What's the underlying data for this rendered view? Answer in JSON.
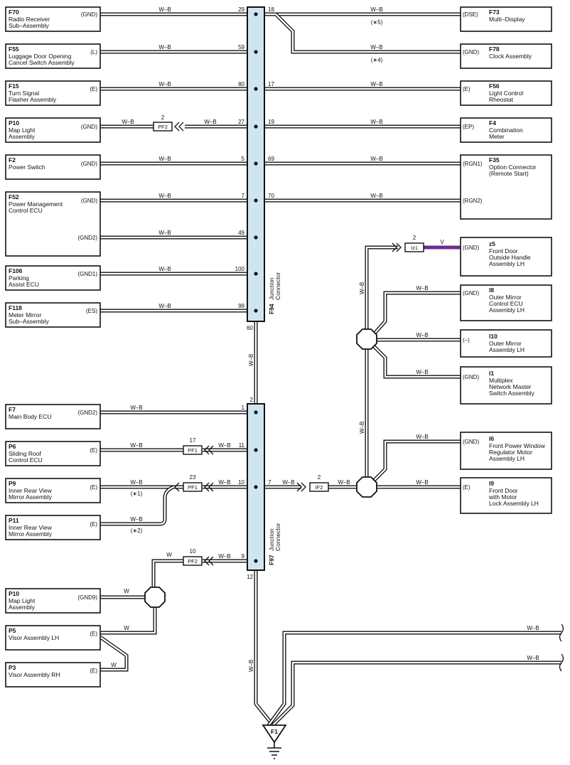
{
  "components": {
    "F70": {
      "code": "F70",
      "name": [
        "Radio Receiver",
        "Sub–Assembly"
      ],
      "pin": "(GND)"
    },
    "F55": {
      "code": "F55",
      "name": [
        "Luggage Door Opening",
        "Cancel Switch Assembly"
      ],
      "pin": "(L)"
    },
    "F15": {
      "code": "F15",
      "name": [
        "Turn Signal",
        "Flasher Assembly"
      ],
      "pin": "(E)"
    },
    "P10a": {
      "code": "P10",
      "name": [
        "Map Light",
        "Assembly"
      ],
      "pin": "(GND)"
    },
    "F2": {
      "code": "F2",
      "name": [
        "Power Switch"
      ],
      "pin": "(GND)"
    },
    "F52": {
      "code": "F52",
      "name": [
        "Power Management",
        "Control ECU"
      ],
      "pin": "(GND)",
      "pin2": "(GND2)"
    },
    "F106": {
      "code": "F106",
      "name": [
        "Parking",
        "Assist ECU"
      ],
      "pin": "(GND1)"
    },
    "F118": {
      "code": "F118",
      "name": [
        "Meter Mirror",
        "Sub–Assembly"
      ],
      "pin": "(ES)"
    },
    "F7": {
      "code": "F7",
      "name": [
        "Main Body ECU"
      ],
      "pin": "(GND2)"
    },
    "P6": {
      "code": "P6",
      "name": [
        "Sliding Roof",
        "Control ECU"
      ],
      "pin": "(E)"
    },
    "P9": {
      "code": "P9",
      "name": [
        "Inner Rear View",
        "Mirror Assembly"
      ],
      "pin": "(E)"
    },
    "P11": {
      "code": "P11",
      "name": [
        "Inner Rear View",
        "Mirror Assembly"
      ],
      "pin": "(E)"
    },
    "P10b": {
      "code": "P10",
      "name": [
        "Map Light",
        "Assembly"
      ],
      "pin": "(GND9)"
    },
    "P5": {
      "code": "P5",
      "name": [
        "Visor Assembly LH"
      ],
      "pin": "(E)"
    },
    "P3": {
      "code": "P3",
      "name": [
        "Visor Assembly RH"
      ],
      "pin": "(E)"
    },
    "F73": {
      "code": "F73",
      "name": [
        "Multi–Display"
      ],
      "pin": "(DSE)"
    },
    "F78": {
      "code": "F78",
      "name": [
        "Clock Assembly"
      ],
      "pin": "(GND)"
    },
    "F56": {
      "code": "F56",
      "name": [
        "Light Control",
        "Rheostat"
      ],
      "pin": "(E)"
    },
    "F4": {
      "code": "F4",
      "name": [
        "Combination",
        "Meter"
      ],
      "pin": "(EP)"
    },
    "F35": {
      "code": "F35",
      "name": [
        "Option Connector",
        "(Remote Start)"
      ],
      "pin": "(RGN1)",
      "pin2": "(RGN2)"
    },
    "z5": {
      "code": "z5",
      "name": [
        "Front Door",
        "Outside Handle",
        "Assembly LH"
      ],
      "pin": "(GND)"
    },
    "I8": {
      "code": "I8",
      "name": [
        "Outer Mirror",
        "Control ECU",
        "Assembly LH"
      ],
      "pin": "(GND)"
    },
    "I10": {
      "code": "I10",
      "name": [
        "Outer Mirror",
        "Assembly LH"
      ],
      "pin": "(–)"
    },
    "I1": {
      "code": "I1",
      "name": [
        "Multiplex",
        "Network Master",
        "Switch Assembly"
      ],
      "pin": "(GND)"
    },
    "I6": {
      "code": "I6",
      "name": [
        "Front Power Window",
        "Regulator Motor",
        "Assembly LH"
      ],
      "pin": "(GND)"
    },
    "I9": {
      "code": "I9",
      "name": [
        "Front Door",
        "with Motor",
        "Lock Assembly LH"
      ],
      "pin": "(E)"
    }
  },
  "junctions": {
    "F94": {
      "code": "F94",
      "label": "Junction",
      "label2": "Connector"
    },
    "F97": {
      "code": "F97",
      "label": "Junction",
      "label2": "Connector"
    }
  },
  "pins": {
    "j94_29": "29",
    "j94_59": "59",
    "j94_80": "80",
    "j94_27": "27",
    "j94_5": "5",
    "j94_7": "7",
    "j94_49": "49",
    "j94_100": "100",
    "j94_99": "99",
    "j94_18": "18",
    "j94_17": "17",
    "j94_19": "19",
    "j94_69": "69",
    "j94_70": "70",
    "j94_60": "60",
    "j97_2": "2",
    "j97_1": "1",
    "j97_11": "11",
    "j97_10": "10",
    "j97_9": "9",
    "j97_7": "7",
    "j97_12": "12"
  },
  "connectors": {
    "pf2a": {
      "name": "PF2",
      "pin": "2"
    },
    "pf1a": {
      "name": "PF1",
      "pin": "17"
    },
    "pf1b": {
      "name": "PF1",
      "pin": "23"
    },
    "pf2b": {
      "name": "PF2",
      "pin": "10"
    },
    "if2": {
      "name": "IF2",
      "pin": "2"
    },
    "iz1": {
      "name": "Iz1",
      "pin": "2"
    }
  },
  "wires": {
    "wb": "W–B",
    "w": "W",
    "v": "V"
  },
  "notes": {
    "n1": "(∗1)",
    "n2": "(∗2)",
    "n4": "(∗4)",
    "n5": "(∗5)"
  },
  "ground": {
    "name": "F1"
  },
  "colors": {
    "wire": "#111111",
    "violet_wire": "#6a2c91",
    "junction_fill": "#cfe6f2"
  }
}
